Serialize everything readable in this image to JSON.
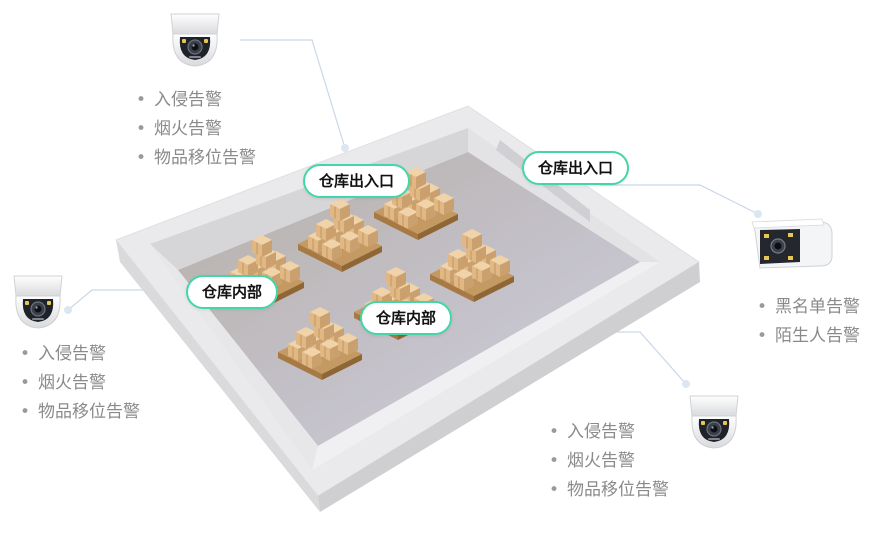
{
  "colors": {
    "label_border": "#43d6a8",
    "connector": "#c9d7e8",
    "alarm_text": "#8a8a8a"
  },
  "icons": {
    "dome_camera": "dome-camera-icon",
    "bullet_camera": "bullet-camera-icon",
    "cardboard_box": "box-icon",
    "pallet": "pallet-icon"
  },
  "area_labels": {
    "entrance_left": "仓库出入口",
    "entrance_right": "仓库出入口",
    "interior_left": "仓库内部",
    "interior_right": "仓库内部"
  },
  "cameras": {
    "top": {
      "alarms": [
        "入侵告警",
        "烟火告警",
        "物品移位告警"
      ]
    },
    "left": {
      "alarms": [
        "入侵告警",
        "烟火告警",
        "物品移位告警"
      ]
    },
    "right_bullet": {
      "alarms": [
        "黑名单告警",
        "陌生人告警"
      ]
    },
    "bottom": {
      "alarms": [
        "入侵告警",
        "烟火告警",
        "物品移位告警"
      ]
    }
  }
}
